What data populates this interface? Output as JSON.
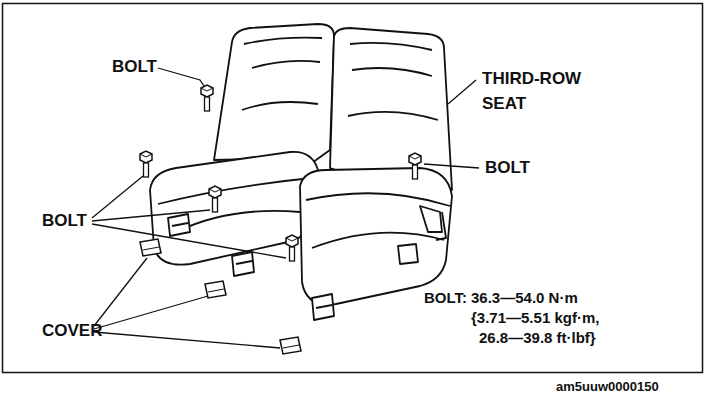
{
  "diagram": {
    "labels": [
      "BOLT",
      "THIRD-ROW SEAT",
      "BOLT",
      "BOLT",
      "COVER",
      "BOLT:",
      "36.3—54.0 N·m",
      "{3.71—5.51 kgf·m,",
      "26.8—39.8 ft·lbf}",
      "am5uuw0000150"
    ]
  }
}
